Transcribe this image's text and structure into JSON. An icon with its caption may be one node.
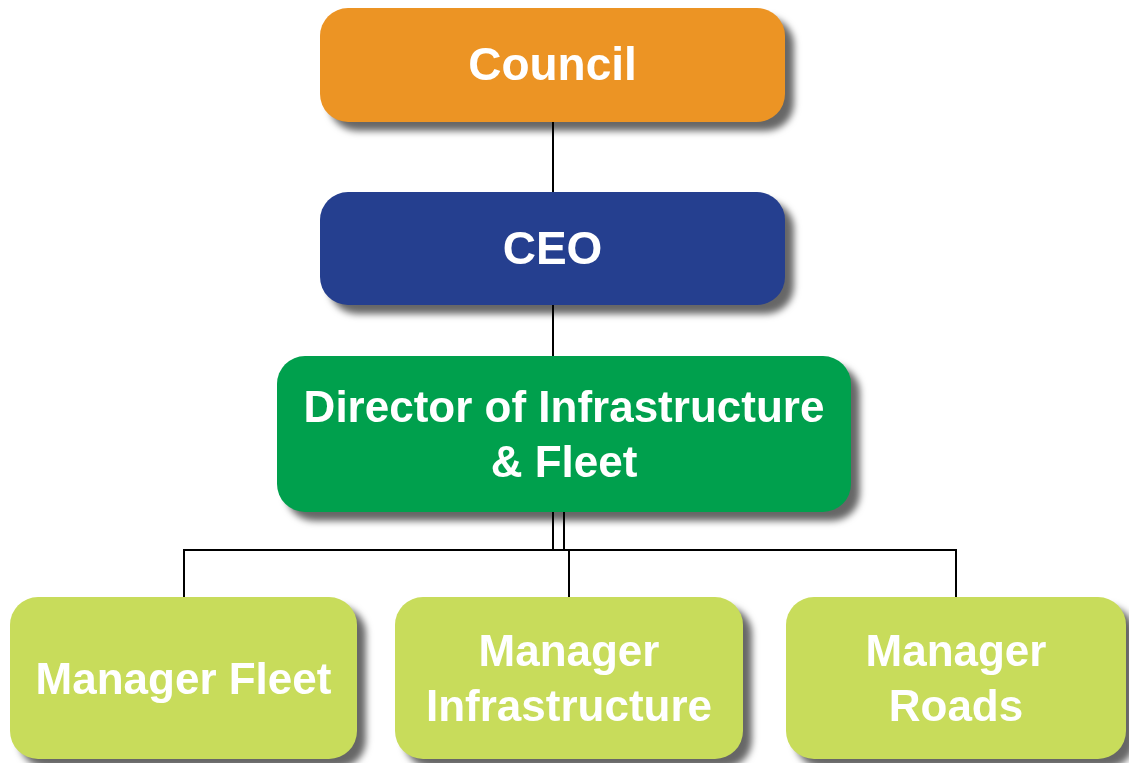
{
  "diagram": {
    "nodes": [
      {
        "text": [
          "Council"
        ]
      },
      {
        "text": [
          "CEO"
        ]
      },
      {
        "text": [
          "Director of Infrastructure & Fleet"
        ]
      },
      {
        "text": [
          "Manager Fleet"
        ]
      },
      {
        "text": [
          "Manager Infrastructure"
        ]
      },
      {
        "text": [
          "Manager Roads"
        ]
      }
    ],
    "edges": [
      {
        "from": 0,
        "to": 1,
        "arrow": "none"
      },
      {
        "from": 1,
        "to": 2,
        "arrow": "none"
      },
      {
        "from": 2,
        "to": 3,
        "arrow": "none"
      },
      {
        "from": 2,
        "to": 4,
        "arrow": "none"
      },
      {
        "from": 2,
        "to": 5,
        "arrow": "none"
      }
    ]
  }
}
